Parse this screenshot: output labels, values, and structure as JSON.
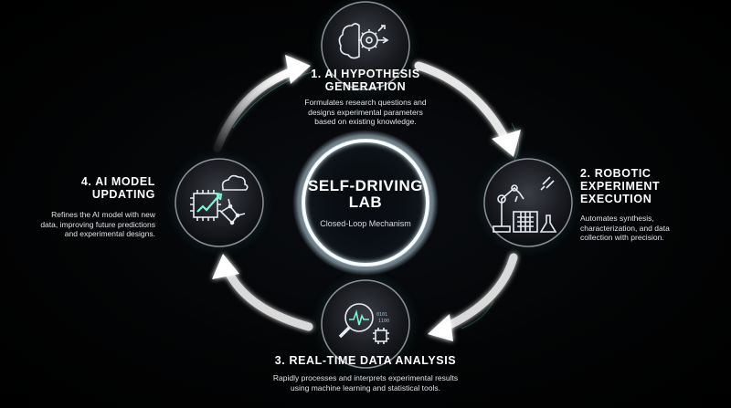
{
  "hub": {
    "title": "SELF-DRIVING\nLAB",
    "subtitle": "Closed-Loop Mechanism"
  },
  "steps": [
    {
      "title": "1. AI HYPOTHESIS\nGENERATION",
      "description": "Formulates research questions and\ndesigns experimental parameters\nbased on existing knowledge.",
      "icon": "brain-gear-icon"
    },
    {
      "title": "2. ROBOTIC\nEXPERIMENT\nEXECUTION",
      "description": "Automates synthesis,\ncharacterization, and data\ncollection with precision.",
      "icon": "robotic-arm-icon"
    },
    {
      "title": "3. REAL-TIME DATA ANALYSIS",
      "description": "Rapidly processes and interprets experimental results\nusing machine learning and statistical tools.",
      "icon": "magnifier-waveform-icon"
    },
    {
      "title": "4. AI MODEL\nUPDATING",
      "description": "Refines the AI model with new\ndata, improving future predictions\nand experimental designs.",
      "icon": "chip-chart-cloud-icon"
    }
  ],
  "colors": {
    "background": "#000000",
    "accent_glow": "#7df3d8",
    "arrow": "#ffffff",
    "node_fill": "#1a1c20"
  }
}
